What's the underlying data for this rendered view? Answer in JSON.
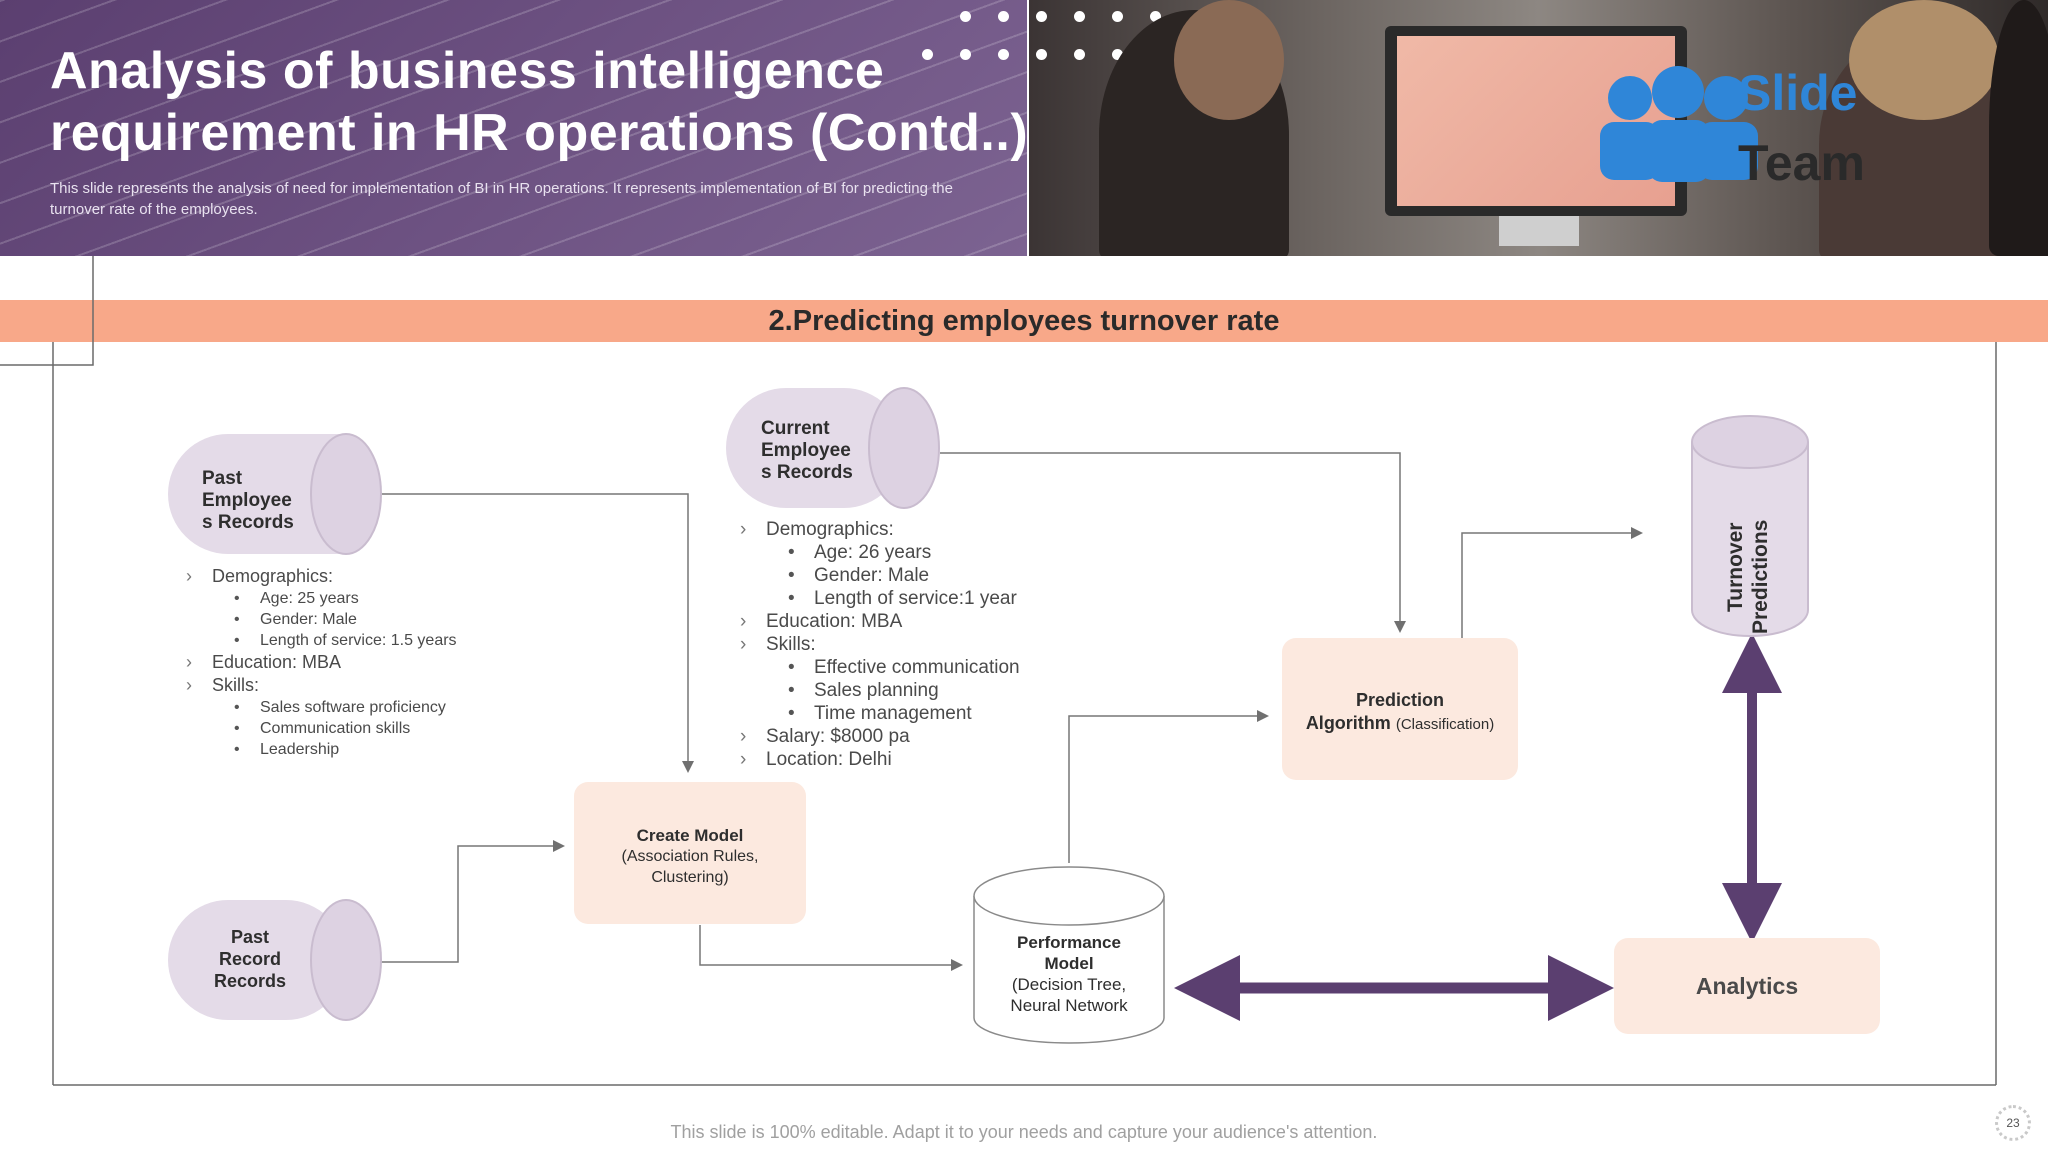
{
  "header": {
    "title_line1": "Analysis of business intelligence",
    "title_line2": "requirement in HR operations (Contd..)",
    "subtitle": "This slide represents the analysis of need for implementation  of BI in HR operations. It represents implementation of BI for predicting the turnover rate of the employees.",
    "logo_text_1": "Slide",
    "logo_text_2": "Team"
  },
  "banner": {
    "title": "2.Predicting employees turnover rate"
  },
  "nodes": {
    "past_employees": [
      "Past",
      "Employee",
      "s Records"
    ],
    "current_employees": [
      "Current",
      "Employee",
      "s Records"
    ],
    "past_record": [
      "Past",
      "Record",
      "Records"
    ],
    "create_model": {
      "title": "Create Model",
      "detail_1": "(Association Rules,",
      "detail_2": "Clustering)"
    },
    "performance_model": {
      "title_1": "Performance",
      "title_2": "Model",
      "detail_1": "(Decision Tree,",
      "detail_2": "Neural Network"
    },
    "prediction_algorithm": {
      "title_1": "Prediction",
      "title_2": "Algorithm",
      "detail": "(Classification)"
    },
    "turnover_predictions": [
      "Turnover",
      "Predictions"
    ],
    "analytics": "Analytics"
  },
  "past_details": {
    "demographics": "Demographics:",
    "age": "Age: 25 years",
    "gender": "Gender: Male",
    "service": "Length of service: 1.5 years",
    "education": "Education: MBA",
    "skills": "Skills:",
    "skill_1": "Sales software proficiency",
    "skill_2": "Communication  skills",
    "skill_3": "Leadership"
  },
  "current_details": {
    "demographics": "Demographics:",
    "age": "Age: 26 years",
    "gender": "Gender: Male",
    "service": "Length of service:1 year",
    "education": "Education: MBA",
    "skills": "Skills:",
    "skill_1": "Effective communication",
    "skill_2": "Sales planning",
    "skill_3": "Time management",
    "salary": "Salary: $8000 pa",
    "location": "Location: Delhi"
  },
  "footer": {
    "note": "This slide is 100% editable. Adapt it to your needs and capture your audience's attention.",
    "page_number": "23"
  },
  "colors": {
    "header": "#5b3f70",
    "banner": "#f8a889",
    "cylinder": "#e4dbe8",
    "box": "#fce9df",
    "arrow": "#5b3f70"
  }
}
